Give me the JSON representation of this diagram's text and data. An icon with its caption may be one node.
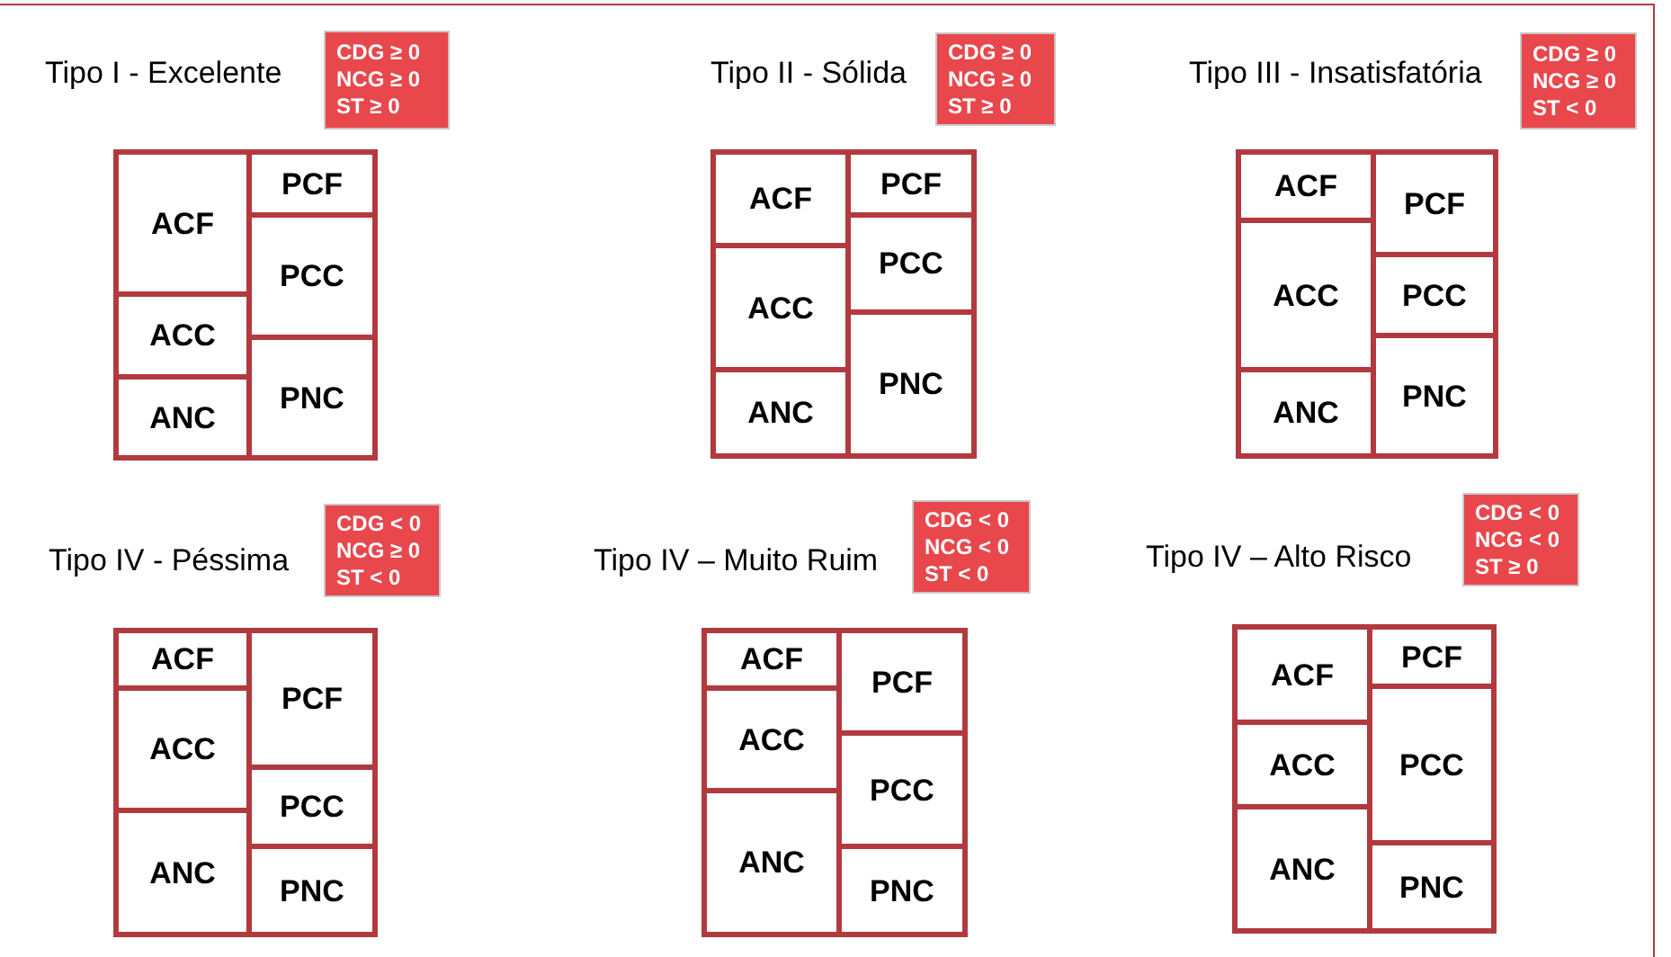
{
  "diagram": {
    "nodes": [
      {
        "text": [
          "CDG ≥ 0",
          "NCG ≥ 0",
          "ST ≥ 0"
        ]
      },
      {
        "text": [],
        "shape": "box"
      },
      {
        "text": [
          "ACF"
        ],
        "in": 1
      },
      {
        "text": [
          "ACC"
        ],
        "in": 1
      },
      {
        "text": [
          "ANC"
        ],
        "in": 1
      },
      {
        "text": [
          "PCF"
        ],
        "in": 1
      },
      {
        "text": [
          "PCC"
        ],
        "in": 1
      },
      {
        "text": [
          "PNC"
        ],
        "in": 1
      },
      {
        "text": [
          "CDG ≥ 0",
          "NCG ≥ 0",
          "ST ≥ 0"
        ]
      },
      {
        "text": [],
        "shape": "box"
      },
      {
        "text": [
          "ACF"
        ],
        "in": 9
      },
      {
        "text": [
          "ACC"
        ],
        "in": 9
      },
      {
        "text": [
          "ANC"
        ],
        "in": 9
      },
      {
        "text": [
          "PCF"
        ],
        "in": 9
      },
      {
        "text": [
          "PCC"
        ],
        "in": 9
      },
      {
        "text": [
          "PNC"
        ],
        "in": 9
      },
      {
        "text": [
          "CDG ≥ 0",
          "NCG ≥ 0",
          "ST < 0"
        ]
      },
      {
        "text": [],
        "shape": "box"
      },
      {
        "text": [
          "ACF"
        ],
        "in": 17
      },
      {
        "text": [
          "ACC"
        ],
        "in": 17
      },
      {
        "text": [
          "ANC"
        ],
        "in": 17
      },
      {
        "text": [
          "PCF"
        ],
        "in": 17
      },
      {
        "text": [
          "PCC"
        ],
        "in": 17
      },
      {
        "text": [
          "PNC"
        ],
        "in": 17
      },
      {
        "text": [
          "CDG < 0",
          "NCG ≥ 0",
          "ST < 0"
        ]
      },
      {
        "text": [],
        "shape": "box"
      },
      {
        "text": [
          "ACF"
        ],
        "in": 25
      },
      {
        "text": [
          "ACC"
        ],
        "in": 25
      },
      {
        "text": [
          "ANC"
        ],
        "in": 25
      },
      {
        "text": [
          "PCF"
        ],
        "in": 25
      },
      {
        "text": [
          "PCC"
        ],
        "in": 25
      },
      {
        "text": [
          "PNC"
        ],
        "in": 25
      },
      {
        "text": [
          "CDG < 0",
          "NCG < 0",
          "ST < 0"
        ]
      },
      {
        "text": [],
        "shape": "box"
      },
      {
        "text": [
          "ACF"
        ],
        "in": 33
      },
      {
        "text": [
          "ACC"
        ],
        "in": 33
      },
      {
        "text": [
          "ANC"
        ],
        "in": 33
      },
      {
        "text": [
          "PCF"
        ],
        "in": 33
      },
      {
        "text": [
          "PCC"
        ],
        "in": 33
      },
      {
        "text": [
          "PNC"
        ],
        "in": 33
      },
      {
        "text": [
          "CDG < 0",
          "NCG < 0",
          "ST ≥ 0"
        ]
      },
      {
        "text": [],
        "shape": "box"
      },
      {
        "text": [
          "ACF"
        ],
        "in": 41
      },
      {
        "text": [
          "ACC"
        ],
        "in": 41
      },
      {
        "text": [
          "ANC"
        ],
        "in": 41
      },
      {
        "text": [
          "PCF"
        ],
        "in": 41
      },
      {
        "text": [
          "PCC"
        ],
        "in": 41
      },
      {
        "text": [
          "PNC"
        ],
        "in": 41
      }
    ],
    "labels": [
      "Tipo I - Excelente",
      "Tipo II - Sólida",
      "Tipo III - Insatisfatória",
      "Tipo IV - Péssima",
      "Tipo IV – Muito Ruim",
      "Tipo IV – Alto Risco"
    ]
  }
}
